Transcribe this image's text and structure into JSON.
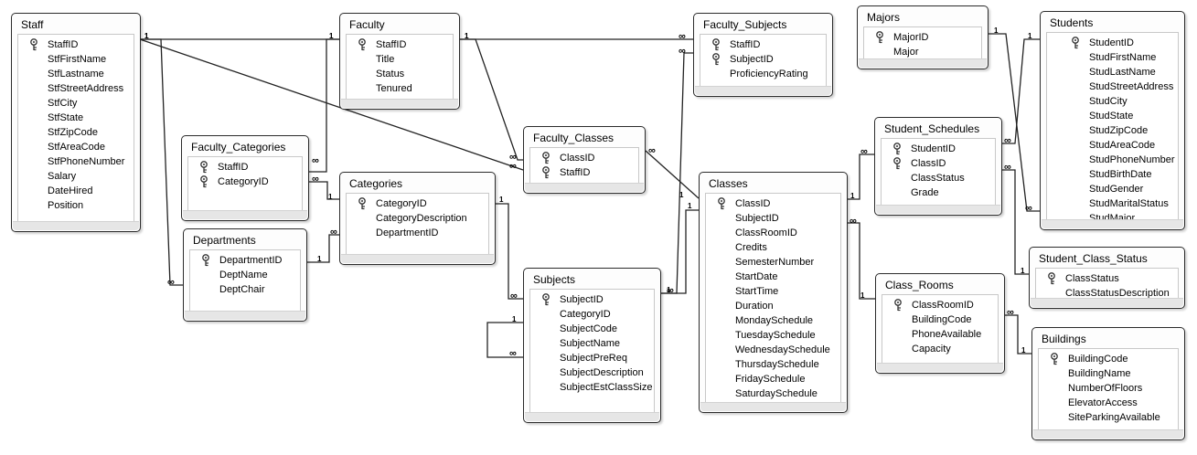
{
  "tables": [
    {
      "id": "staff",
      "name": "Staff",
      "fields": [
        {
          "name": "StaffID",
          "pk": true
        },
        {
          "name": "StfFirstName"
        },
        {
          "name": "StfLastname"
        },
        {
          "name": "StfStreetAddress"
        },
        {
          "name": "StfCity"
        },
        {
          "name": "StfState"
        },
        {
          "name": "StfZipCode"
        },
        {
          "name": "StfAreaCode"
        },
        {
          "name": "StfPhoneNumber"
        },
        {
          "name": "Salary"
        },
        {
          "name": "DateHired"
        },
        {
          "name": "Position"
        }
      ]
    },
    {
      "id": "faculty",
      "name": "Faculty",
      "fields": [
        {
          "name": "StaffID",
          "pk": true
        },
        {
          "name": "Title"
        },
        {
          "name": "Status"
        },
        {
          "name": "Tenured"
        }
      ]
    },
    {
      "id": "faculty_subjects",
      "name": "Faculty_Subjects",
      "fields": [
        {
          "name": "StaffID",
          "pk": true
        },
        {
          "name": "SubjectID",
          "pk": true
        },
        {
          "name": "ProficiencyRating"
        }
      ]
    },
    {
      "id": "majors",
      "name": "Majors",
      "fields": [
        {
          "name": "MajorID",
          "pk": true
        },
        {
          "name": "Major"
        }
      ]
    },
    {
      "id": "students",
      "name": "Students",
      "fields": [
        {
          "name": "StudentID",
          "pk": true
        },
        {
          "name": "StudFirstName"
        },
        {
          "name": "StudLastName"
        },
        {
          "name": "StudStreetAddress"
        },
        {
          "name": "StudCity"
        },
        {
          "name": "StudState"
        },
        {
          "name": "StudZipCode"
        },
        {
          "name": "StudAreaCode"
        },
        {
          "name": "StudPhoneNumber"
        },
        {
          "name": "StudBirthDate"
        },
        {
          "name": "StudGender"
        },
        {
          "name": "StudMaritalStatus"
        },
        {
          "name": "StudMajor"
        }
      ]
    },
    {
      "id": "faculty_categories",
      "name": "Faculty_Categories",
      "fields": [
        {
          "name": "StaffID",
          "pk": true
        },
        {
          "name": "CategoryID",
          "pk": true
        }
      ]
    },
    {
      "id": "faculty_classes",
      "name": "Faculty_Classes",
      "fields": [
        {
          "name": "ClassID",
          "pk": true
        },
        {
          "name": "StaffID",
          "pk": true
        }
      ]
    },
    {
      "id": "categories",
      "name": "Categories",
      "fields": [
        {
          "name": "CategoryID",
          "pk": true
        },
        {
          "name": "CategoryDescription"
        },
        {
          "name": "DepartmentID"
        }
      ]
    },
    {
      "id": "departments",
      "name": "Departments",
      "fields": [
        {
          "name": "DepartmentID",
          "pk": true
        },
        {
          "name": "DeptName"
        },
        {
          "name": "DeptChair"
        }
      ]
    },
    {
      "id": "student_schedules",
      "name": "Student_Schedules",
      "fields": [
        {
          "name": "StudentID",
          "pk": true
        },
        {
          "name": "ClassID",
          "pk": true
        },
        {
          "name": "ClassStatus"
        },
        {
          "name": "Grade"
        }
      ]
    },
    {
      "id": "classes",
      "name": "Classes",
      "fields": [
        {
          "name": "ClassID",
          "pk": true
        },
        {
          "name": "SubjectID"
        },
        {
          "name": "ClassRoomID"
        },
        {
          "name": "Credits"
        },
        {
          "name": "SemesterNumber"
        },
        {
          "name": "StartDate"
        },
        {
          "name": "StartTime"
        },
        {
          "name": "Duration"
        },
        {
          "name": "MondaySchedule"
        },
        {
          "name": "TuesdaySchedule"
        },
        {
          "name": "WednesdaySchedule"
        },
        {
          "name": "ThursdaySchedule"
        },
        {
          "name": "FridaySchedule"
        },
        {
          "name": "SaturdaySchedule"
        }
      ]
    },
    {
      "id": "subjects",
      "name": "Subjects",
      "fields": [
        {
          "name": "SubjectID",
          "pk": true
        },
        {
          "name": "CategoryID"
        },
        {
          "name": "SubjectCode"
        },
        {
          "name": "SubjectName"
        },
        {
          "name": "SubjectPreReq"
        },
        {
          "name": "SubjectDescription"
        },
        {
          "name": "SubjectEstClassSize"
        }
      ]
    },
    {
      "id": "student_class_status",
      "name": "Student_Class_Status",
      "fields": [
        {
          "name": "ClassStatus",
          "pk": true
        },
        {
          "name": "ClassStatusDescription"
        }
      ]
    },
    {
      "id": "class_rooms",
      "name": "Class_Rooms",
      "fields": [
        {
          "name": "ClassRoomID",
          "pk": true
        },
        {
          "name": "BuildingCode"
        },
        {
          "name": "PhoneAvailable"
        },
        {
          "name": "Capacity"
        }
      ]
    },
    {
      "id": "buildings",
      "name": "Buildings",
      "fields": [
        {
          "name": "BuildingCode",
          "pk": true
        },
        {
          "name": "BuildingName"
        },
        {
          "name": "NumberOfFloors"
        },
        {
          "name": "ElevatorAccess"
        },
        {
          "name": "SiteParkingAvailable"
        }
      ]
    }
  ],
  "relationships": [
    {
      "from": "staff",
      "to": "faculty",
      "one": "1",
      "many": "1"
    },
    {
      "from": "staff",
      "to": "faculty_classes",
      "one": "1",
      "many": "∞"
    },
    {
      "from": "staff",
      "to": "departments",
      "one": "1",
      "many": "∞"
    },
    {
      "from": "faculty",
      "to": "faculty_subjects",
      "one": "1",
      "many": "∞"
    },
    {
      "from": "faculty",
      "to": "faculty_categories",
      "one": "1",
      "many": "∞"
    },
    {
      "from": "faculty",
      "to": "faculty_classes",
      "one": "1",
      "many": "∞"
    },
    {
      "from": "categories",
      "to": "faculty_categories",
      "one": "1",
      "many": "∞"
    },
    {
      "from": "departments",
      "to": "categories",
      "one": "1",
      "many": "∞"
    },
    {
      "from": "categories",
      "to": "subjects",
      "one": "1",
      "many": "∞"
    },
    {
      "from": "subjects",
      "to": "subjects",
      "one": "1",
      "many": "∞"
    },
    {
      "from": "subjects",
      "to": "faculty_subjects",
      "one": "1",
      "many": "∞"
    },
    {
      "from": "subjects",
      "to": "classes",
      "one": "1",
      "many": "∞"
    },
    {
      "from": "classes",
      "to": "faculty_classes",
      "one": "1",
      "many": "∞"
    },
    {
      "from": "classes",
      "to": "student_schedules",
      "one": "1",
      "many": "∞"
    },
    {
      "from": "class_rooms",
      "to": "classes",
      "one": "1",
      "many": "∞"
    },
    {
      "from": "majors",
      "to": "students",
      "one": "1",
      "many": "∞"
    },
    {
      "from": "students",
      "to": "student_schedules",
      "one": "1",
      "many": "∞"
    },
    {
      "from": "student_class_status",
      "to": "student_schedules",
      "one": "1",
      "many": "∞"
    },
    {
      "from": "buildings",
      "to": "class_rooms",
      "one": "1",
      "many": "∞"
    }
  ]
}
